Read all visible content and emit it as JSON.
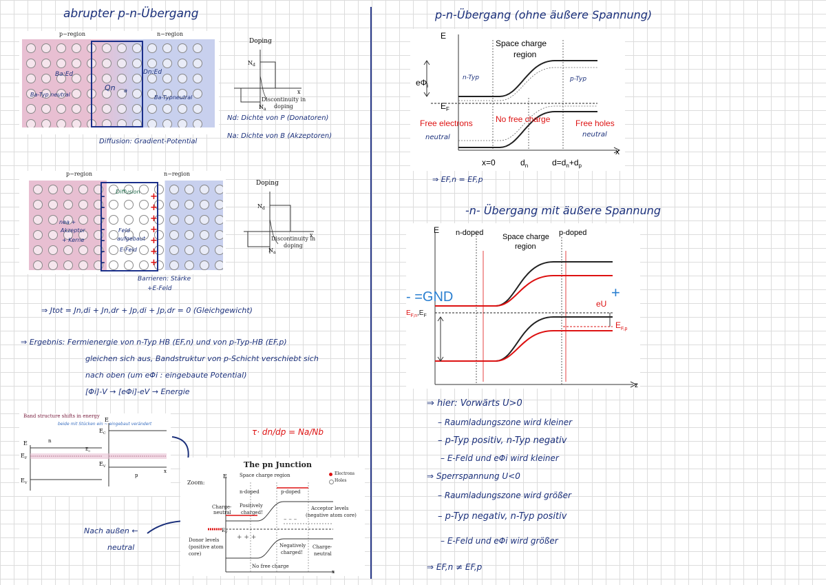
{
  "left": {
    "title": "abrupter p-n-Übergang",
    "lattice1": {
      "p_region": "p−region",
      "n_region": "n−region",
      "notes": [
        "Ba:Ed",
        "Ba-Typ neutral",
        "Dn:Ed",
        "Ba-Typneutral",
        "Qn",
        "a"
      ],
      "diffusion": "Diffusion: Gradient-Potential"
    },
    "doping1": {
      "title": "Doping",
      "nd": "N",
      "nd_sub": "d",
      "na": "N",
      "na_sub": "a",
      "x": "x",
      "disc": "Discontinuity in",
      "disc2": "doping"
    },
    "def_nd": "Nd: Dichte von P (Donatoren)",
    "def_na": "Na: Dichte von B (Akzeptoren)",
    "lattice2": {
      "p_region": "p−region",
      "n_region": "n−region",
      "notes_left": [
        "nea +",
        "Akzeptor",
        "+ Kerne"
      ],
      "notes_mid": [
        "Diffusion",
        "Feld",
        "aufgebaut",
        "E-Feld"
      ],
      "bottom": [
        "Barrieren: Stärke",
        "+E-Feld"
      ]
    },
    "doping2": {
      "title": "Doping",
      "nd": "N",
      "nd_sub": "d",
      "na": "N",
      "na_sub": "a",
      "x": "x",
      "disc": "Discontinuity in",
      "disc2": "doping"
    },
    "current_eq": "⇒ Jtot = Jn,di + Jn,dr + Jp,di + Jp,dr = 0 (Gleichgewicht)",
    "ergebnis": [
      "⇒ Ergebnis: Fermienergie von n-Typ HB (EF,n) und von p-Typ-HB (EF,p)",
      "gleichen sich aus, Bandstruktur von p-Schicht verschiebt sich",
      "nach oben (um eΦi : eingebaute Potential)",
      "[Φi]-V → [eΦi]-eV → Energie"
    ],
    "band_box": {
      "header": "Band structure shifts in energy",
      "E": "E",
      "Ec": "E",
      "Ec_sub": "C",
      "Ef": "E",
      "Ef_sub": "F",
      "Ev": "E",
      "Ev_sub": "V",
      "n": "n",
      "p": "p",
      "x": "x",
      "note": "beide mit Stücken ein ~ eingebaut verändert"
    },
    "formula": "τ· dn/dp = Na/Nb",
    "nach_aussen": [
      "Nach außen ←",
      "neutral"
    ],
    "pn_junction": {
      "title": "The pn Junction",
      "zoom": "Zoom:",
      "E": "E",
      "scr": "Space charge region",
      "legend": [
        "Electrons",
        "Holes"
      ],
      "ndoped": "n-doped",
      "pdoped": "p-doped",
      "charge_neutral_l": [
        "Charge-",
        "neutral"
      ],
      "pos_charged": [
        "Positively",
        "charged!"
      ],
      "acceptor": [
        "Acceptor levels",
        "(negative atom core)"
      ],
      "ef": "E",
      "ef_sub": "F",
      "donor": [
        "Donor levels",
        "(positive atom",
        "core)"
      ],
      "neg_charged": [
        "Negatively",
        "charged!"
      ],
      "charge_neutral_r": [
        "Charge-",
        "neutral"
      ],
      "no_free": "No free charge",
      "x": "x"
    }
  },
  "right": {
    "title1": "p-n-Übergang (ohne äußere Spannung)",
    "diag1": {
      "E": "E",
      "scr": [
        "Space charge",
        "region"
      ],
      "ephi": "eΦ",
      "ephi_sub": "i",
      "ntyp": "n-Typ",
      "ptyp": "p-Typ",
      "ef": "E",
      "ef_sub": "F",
      "free_e": "Free electrons",
      "no_free": "No free charge",
      "free_h": "Free holes",
      "neutral_l": "neutral",
      "neutral_r": "neutral",
      "x": "x",
      "x0": "x=0",
      "dn": "d",
      "dn_sub": "n",
      "d": "d=d",
      "d_sub1": "n",
      "d_plus": "+d",
      "d_sub2": "p"
    },
    "result1": "⇒ EF,n = EF,p",
    "title2": "-n- Übergang mit äußere Spannung",
    "diag2": {
      "E": "E",
      "ndoped": "n-doped",
      "scr": [
        "Space charge",
        "region"
      ],
      "pdoped": "p-doped",
      "gnd": "- =GND",
      "plus": "+",
      "eu": "eU",
      "efn": "E",
      "efn_sub": "F,n",
      "efn_ef": ",E",
      "efn_ef_sub": "F",
      "efp": "E",
      "efp_sub": "F,p",
      "z": "z"
    },
    "notes": [
      "⇒ hier: Vorwärts   U>0",
      "– Raumladungszone wird kleiner",
      "– p-Typ positiv, n-Typ negativ",
      "– E-Feld und eΦi wird kleiner",
      "⇒ Sperrspannung   U<0",
      "– Raumladungszone wird größer",
      "– p-Typ negativ, n-Typ positiv",
      "– E-Feld und eΦi wird größer",
      "⇒ EF,n ≠ EF,p"
    ]
  }
}
